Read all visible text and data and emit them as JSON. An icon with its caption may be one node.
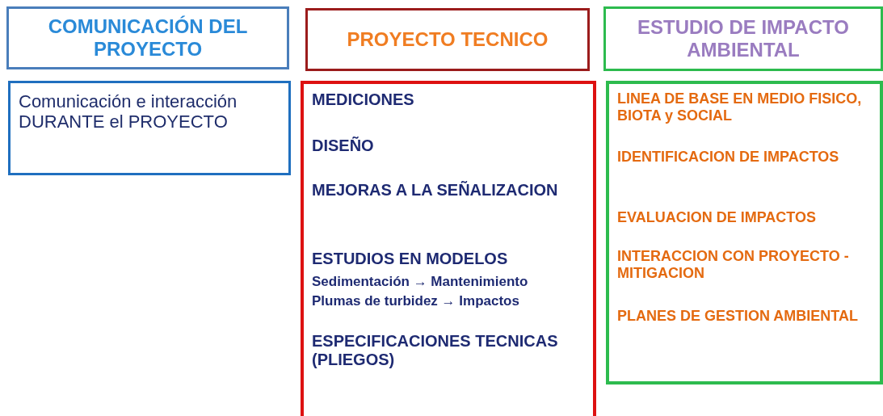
{
  "diagram": {
    "nodes": [
      {
        "text": [
          "COMUNICACIÓN DEL PROYECTO"
        ]
      },
      {
        "text": [
          "PROYECTO TECNICO"
        ]
      },
      {
        "text": [
          "ESTUDIO DE IMPACTO AMBIENTAL"
        ]
      },
      {
        "text": [
          "Comunicación e interacción DURANTE el PROYECTO"
        ]
      },
      {
        "text": [
          "MEDICIONES",
          "DISEÑO",
          "MEJORAS A LA SEÑALIZACION",
          "ESTUDIOS EN MODELOS",
          "Sedimentación → Mantenimiento",
          "Plumas de turbidez → Impactos",
          "ESPECIFICACIONES TECNICAS (PLIEGOS)"
        ]
      },
      {
        "text": [
          "LINEA DE BASE EN MEDIO FISICO, BIOTA y SOCIAL",
          "IDENTIFICACION DE IMPACTOS",
          "EVALUACION DE IMPACTOS",
          "INTERACCION CON PROYECTO - MITIGACION",
          "PLANES DE GESTION AMBIENTAL"
        ]
      }
    ]
  }
}
